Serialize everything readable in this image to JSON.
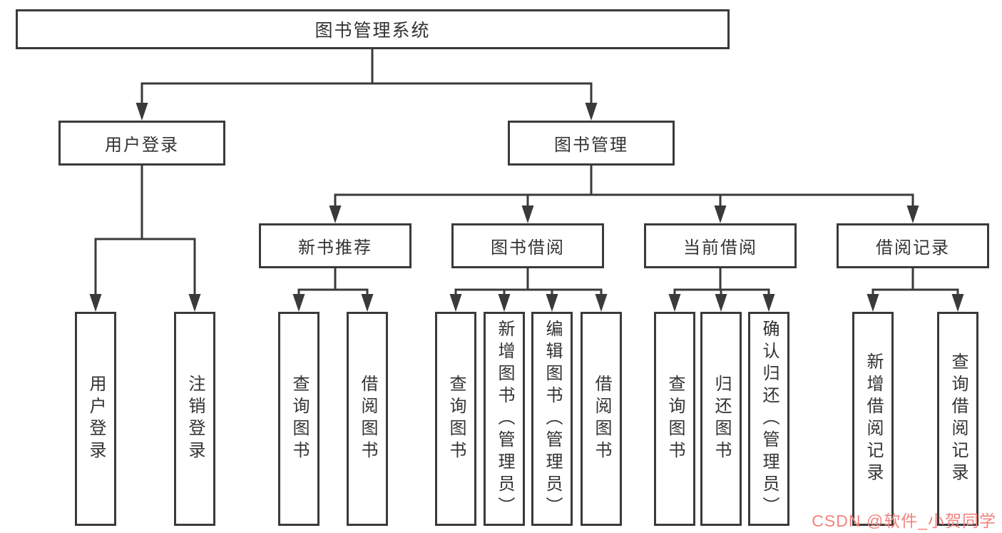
{
  "colors": {
    "line": "#3a3a3a",
    "box_border": "#3a3a3a",
    "box_fill": "#ffffff",
    "text": "#333333",
    "background": "#ffffff",
    "watermark": "#f2837d"
  },
  "chart_type": "hierarchy-diagram",
  "tree": {
    "root": "图书管理系统",
    "branches": [
      {
        "label": "用户登录",
        "children": [
          "用户登录",
          "注销登录"
        ]
      },
      {
        "label": "图书管理",
        "sections": [
          {
            "label": "新书推荐",
            "children": [
              "查询图书",
              "借阅图书"
            ]
          },
          {
            "label": "图书借阅",
            "children": [
              "查询图书",
              "新增图书（管理员）",
              "编辑图书（管理员）",
              "借阅图书"
            ]
          },
          {
            "label": "当前借阅",
            "children": [
              "查询图书",
              "归还图书",
              "确认归还（管理员）"
            ]
          },
          {
            "label": "借阅记录",
            "children": [
              "新增借阅记录",
              "查询借阅记录"
            ]
          }
        ]
      }
    ]
  },
  "watermark": {
    "text": "CSDN @软件_小贺同学"
  }
}
